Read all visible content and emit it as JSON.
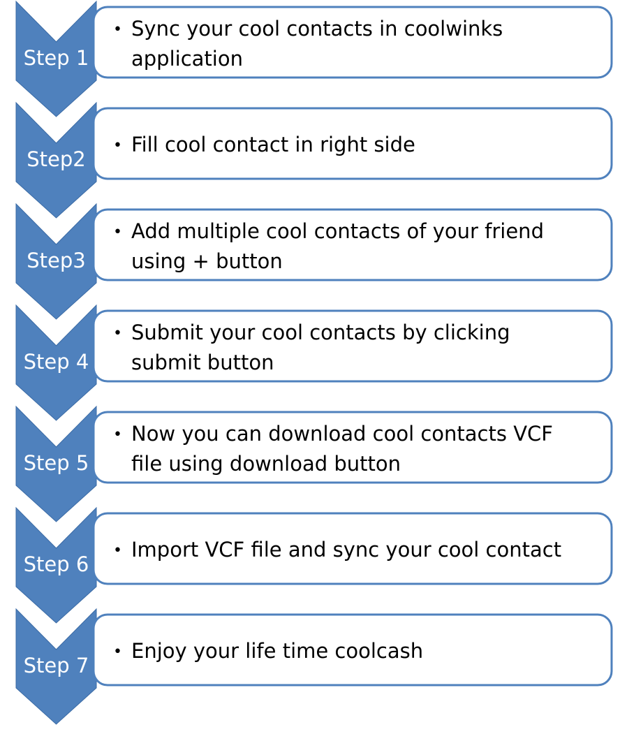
{
  "colors": {
    "chevron": "#4f81bd",
    "box_border": "#4f81bd",
    "label_text": "#ffffff",
    "body_text": "#000000"
  },
  "steps": [
    {
      "label": "Step 1",
      "lines": [
        "Sync your cool contacts in coolwinks",
        "application"
      ]
    },
    {
      "label": "Step2",
      "lines": [
        "Fill cool contact in right side"
      ]
    },
    {
      "label": "Step3",
      "lines": [
        "Add multiple cool contacts of your friend",
        "using + button"
      ]
    },
    {
      "label": "Step 4",
      "lines": [
        "Submit your cool contacts by clicking",
        "submit button"
      ]
    },
    {
      "label": "Step 5",
      "lines": [
        "Now you can download cool contacts VCF",
        "file using download button"
      ]
    },
    {
      "label": "Step 6",
      "lines": [
        "Import VCF file and sync your cool contact"
      ]
    },
    {
      "label": "Step 7",
      "lines": [
        "Enjoy your life time coolcash"
      ]
    }
  ],
  "bullet_char": "•"
}
